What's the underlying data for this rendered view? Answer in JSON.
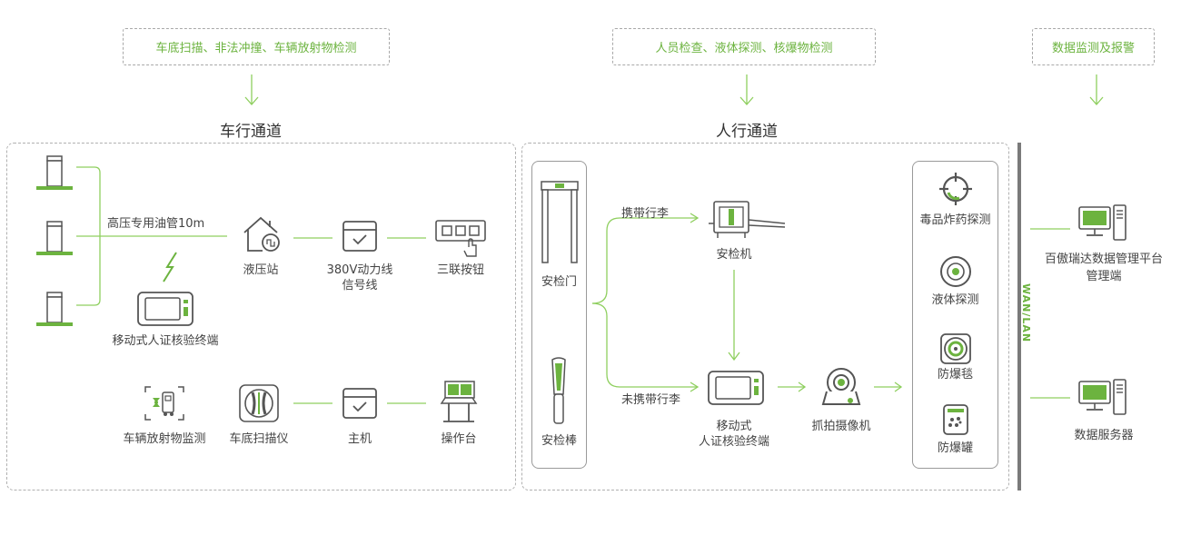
{
  "colors": {
    "accent": "#6cb33f",
    "line": "#8fcf5f",
    "icon": "#555555"
  },
  "top_tags": {
    "vehicle": "车底扫描、非法冲撞、车辆放射物检测",
    "person": "人员检查、液体探测、核爆物检测",
    "data": "数据监测及报警"
  },
  "sections": {
    "vehicle_title": "车行通道",
    "person_title": "人行通道"
  },
  "vehicle": {
    "pipe_label": "高压专用油管10m",
    "hydraulic": "液压站",
    "power_line_1": "380V动力线",
    "power_line_2": "信号线",
    "triple_button": "三联按钮",
    "mobile_terminal": "移动式人证核验终端",
    "radiation": "车辆放射物监测",
    "undercar_scanner": "车底扫描仪",
    "host": "主机",
    "console": "操作台"
  },
  "person": {
    "gate": "安检门",
    "wand": "安检棒",
    "with_luggage": "携带行李",
    "without_luggage": "未携带行李",
    "xray": "安检机",
    "mobile_terminal_1": "移动式",
    "mobile_terminal_2": "人证核验终端",
    "camera": "抓拍摄像机",
    "drug_detect": "毒品炸药探测",
    "liquid_detect": "液体探测",
    "blanket": "防爆毯",
    "can": "防爆罐"
  },
  "network": {
    "label": "WAN/LAN"
  },
  "data_side": {
    "platform_1": "百傲瑞达数据管理平台",
    "platform_2": "管理端",
    "server": "数据服务器"
  },
  "icons": [
    "bollard-icon",
    "house-hydraulic-icon",
    "box-check-icon",
    "triple-button-icon",
    "tablet-terminal-icon",
    "lightning-icon",
    "radiation-scanner-icon",
    "undercar-scanner-icon",
    "console-desk-icon",
    "metal-gate-icon",
    "wand-icon",
    "xray-machine-icon",
    "dome-camera-icon",
    "crosshair-icon",
    "liquid-detector-icon",
    "blast-blanket-icon",
    "blast-can-icon",
    "computer-icon"
  ]
}
